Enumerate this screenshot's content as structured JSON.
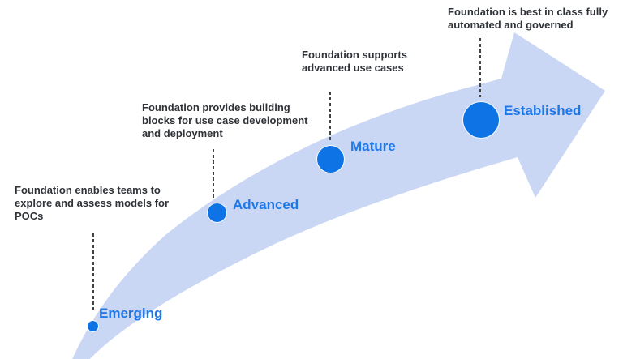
{
  "diagram": {
    "type": "maturity-curve-arrow",
    "colors": {
      "band": "#c9d6f4",
      "dot": "#0e73e4",
      "stage_label": "#1e78e8",
      "annotation_text": "#2f3338",
      "leader_line": "#3f4348",
      "background": "#ffffff"
    },
    "stages": [
      {
        "label": "Emerging",
        "annotation": "Foundation enables teams to\nexplore and assess models for\nPOCs"
      },
      {
        "label": "Advanced",
        "annotation": "Foundation provides building\nblocks for use case development\nand deployment"
      },
      {
        "label": "Mature",
        "annotation": "Foundation supports\nadvanced use cases"
      },
      {
        "label": "Established",
        "annotation": "Foundation is best in class fully\nautomated and governed"
      }
    ]
  }
}
